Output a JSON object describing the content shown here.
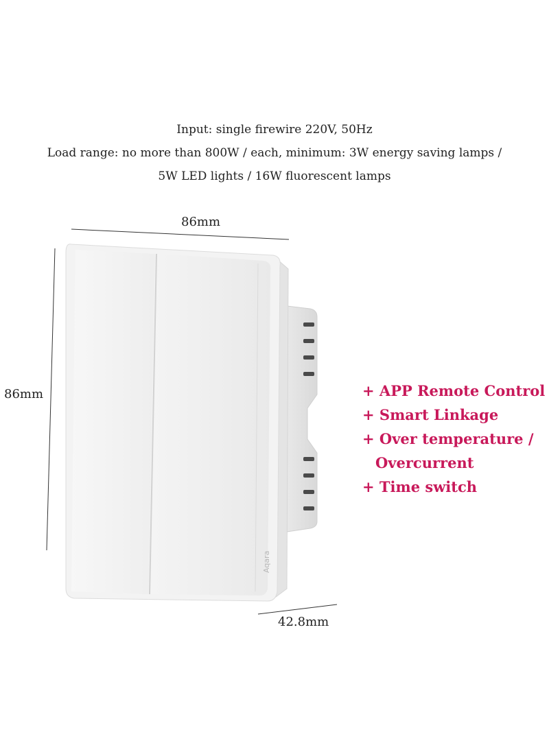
{
  "specs": [
    "Input: single firewire 220V, 50Hz",
    "Load range: no more than 800W / each, minimum: 3W energy saving lamps /",
    "5W LED lights / 16W fluorescent lamps"
  ],
  "dimensions": {
    "width": "86mm",
    "height": "86mm",
    "depth": "42.8mm"
  },
  "brand_mark": "Aqara",
  "features": {
    "item1": "+ APP Remote Control",
    "item2": "+ Smart Linkage",
    "item3": "+ Over temperature /",
    "item3_cont": "Overcurrent",
    "item4": "+ Time switch"
  },
  "colors": {
    "feature_text": "#c8195a",
    "switch_body": "#f5f5f5",
    "text": "#222222"
  }
}
